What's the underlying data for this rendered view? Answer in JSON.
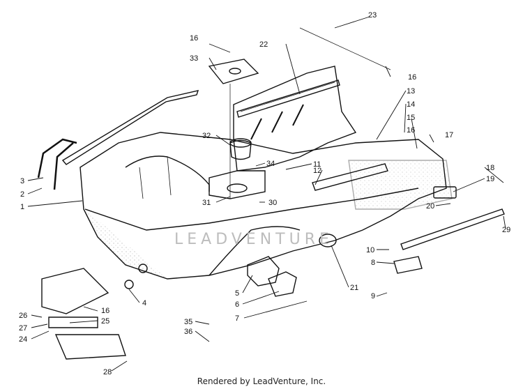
{
  "footer_text": "Rendered by LeadVenture, Inc.",
  "watermark": "LEADVENTURE",
  "callouts": [
    {
      "id": "c1",
      "label": "1"
    },
    {
      "id": "c2",
      "label": "2"
    },
    {
      "id": "c3",
      "label": "3"
    },
    {
      "id": "c4",
      "label": "4"
    },
    {
      "id": "c5",
      "label": "5"
    },
    {
      "id": "c6",
      "label": "6"
    },
    {
      "id": "c7",
      "label": "7"
    },
    {
      "id": "c8",
      "label": "8"
    },
    {
      "id": "c9",
      "label": "9"
    },
    {
      "id": "c10",
      "label": "10"
    },
    {
      "id": "c11",
      "label": "11"
    },
    {
      "id": "c12",
      "label": "12"
    },
    {
      "id": "c13",
      "label": "13"
    },
    {
      "id": "c14",
      "label": "14"
    },
    {
      "id": "c15",
      "label": "15"
    },
    {
      "id": "c16a",
      "label": "16"
    },
    {
      "id": "c16b",
      "label": "16"
    },
    {
      "id": "c16c",
      "label": "16"
    },
    {
      "id": "c16d",
      "label": "16"
    },
    {
      "id": "c17",
      "label": "17"
    },
    {
      "id": "c18",
      "label": "18"
    },
    {
      "id": "c19",
      "label": "19"
    },
    {
      "id": "c20",
      "label": "20"
    },
    {
      "id": "c21",
      "label": "21"
    },
    {
      "id": "c22",
      "label": "22"
    },
    {
      "id": "c23",
      "label": "23"
    },
    {
      "id": "c24",
      "label": "24"
    },
    {
      "id": "c25",
      "label": "25"
    },
    {
      "id": "c26",
      "label": "26"
    },
    {
      "id": "c27",
      "label": "27"
    },
    {
      "id": "c28",
      "label": "28"
    },
    {
      "id": "c29",
      "label": "29"
    },
    {
      "id": "c30",
      "label": "30"
    },
    {
      "id": "c31",
      "label": "31"
    },
    {
      "id": "c32",
      "label": "32"
    },
    {
      "id": "c33",
      "label": "33"
    },
    {
      "id": "c34",
      "label": "34"
    },
    {
      "id": "c35",
      "label": "35"
    },
    {
      "id": "c36",
      "label": "36"
    }
  ]
}
